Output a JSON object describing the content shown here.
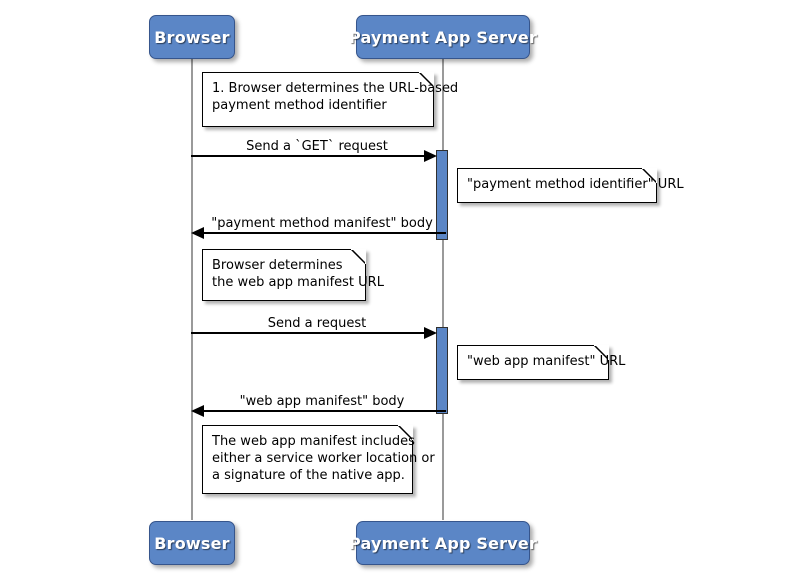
{
  "diagram": {
    "type": "uml-sequence-diagram",
    "title": "Payment method manifest retrieval",
    "background_color": "#ffffff",
    "participant_color": "#5b86c6",
    "lifeline_color": "#9a9a9a",
    "note_border_color": "#000000",
    "arrow_color": "#000000"
  },
  "participants": [
    {
      "id": "browser",
      "label": "Browser"
    },
    {
      "id": "server",
      "label": "Payment App Server"
    }
  ],
  "participants_bottom": [
    {
      "id": "browser-bottom",
      "label": "Browser"
    },
    {
      "id": "server-bottom",
      "label": "Payment App Server"
    }
  ],
  "notes": [
    {
      "id": "note-1",
      "lines": [
        "1. Browser determines the URL-based",
        "payment method identifier"
      ],
      "anchor": "browser"
    },
    {
      "id": "note-2",
      "lines": [
        "\"payment method identifier\" URL"
      ],
      "anchor": "server"
    },
    {
      "id": "note-3",
      "lines": [
        "Browser determines",
        "the web app manifest URL"
      ],
      "anchor": "browser"
    },
    {
      "id": "note-4",
      "lines": [
        "\"web app manifest\" URL"
      ],
      "anchor": "server"
    },
    {
      "id": "note-5",
      "lines": [
        "The web app manifest includes",
        "either a service worker location or",
        "a signature of the native app."
      ],
      "anchor": "browser"
    }
  ],
  "messages": [
    {
      "id": "msg-1",
      "label": "Send a `GET` request",
      "from": "browser",
      "to": "server",
      "direction": "right"
    },
    {
      "id": "msg-2",
      "label": "\"payment method manifest\" body",
      "from": "server",
      "to": "browser",
      "direction": "left"
    },
    {
      "id": "msg-3",
      "label": "Send a request",
      "from": "browser",
      "to": "server",
      "direction": "right"
    },
    {
      "id": "msg-4",
      "label": "\"web app manifest\" body",
      "from": "server",
      "to": "browser",
      "direction": "left"
    }
  ],
  "activations": [
    {
      "id": "activation-1",
      "participant": "server"
    },
    {
      "id": "activation-2",
      "participant": "server"
    }
  ]
}
